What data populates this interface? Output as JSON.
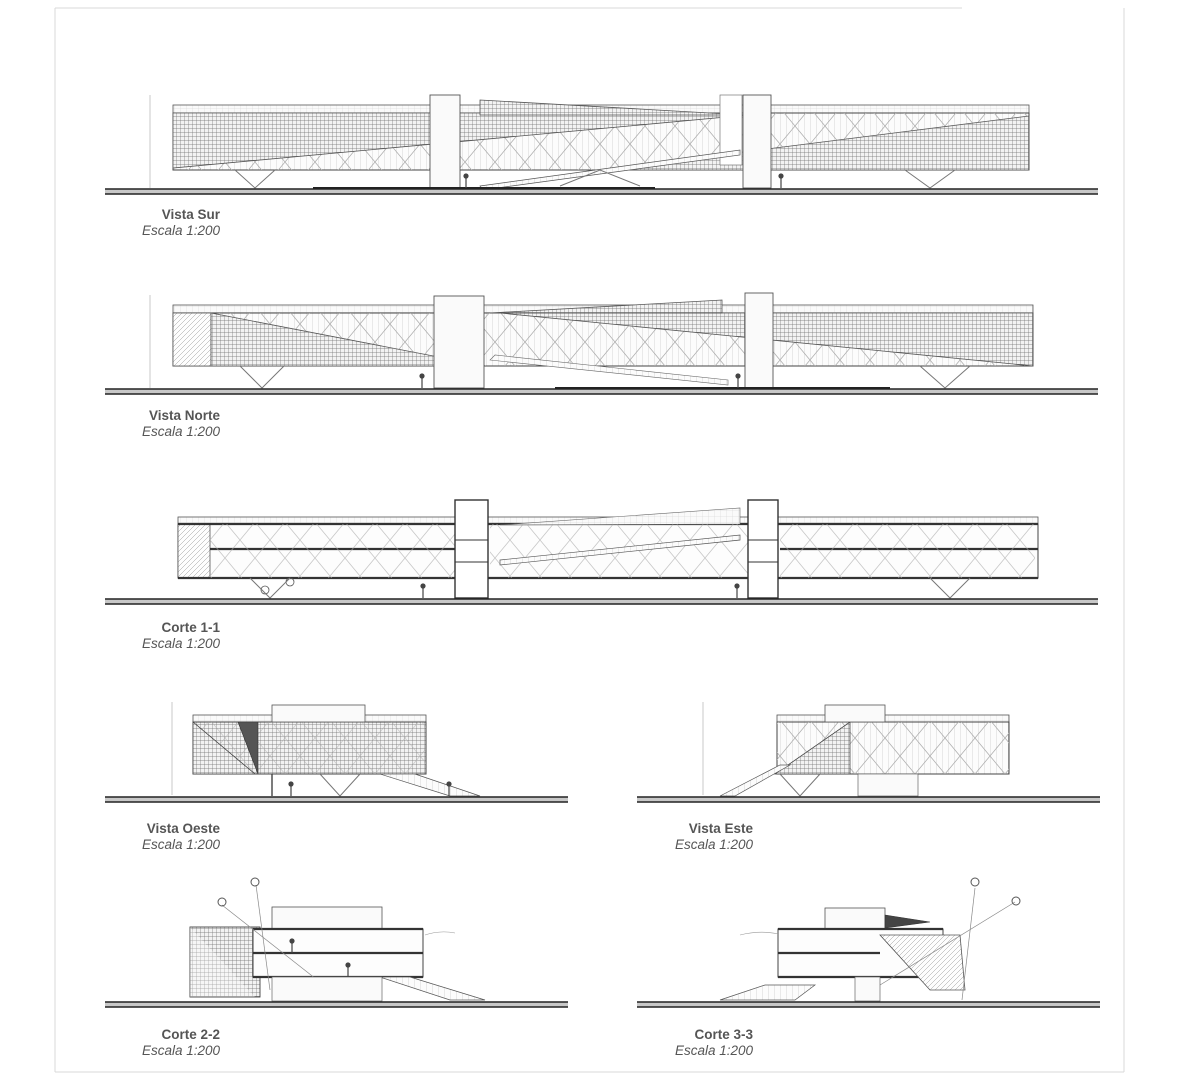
{
  "drawings": [
    {
      "id": "vista-sur",
      "title": "Vista Sur",
      "scale": "Escala 1:200"
    },
    {
      "id": "vista-norte",
      "title": "Vista Norte",
      "scale": "Escala 1:200"
    },
    {
      "id": "corte-1-1",
      "title": "Corte 1-1",
      "scale": "Escala 1:200"
    },
    {
      "id": "vista-oeste",
      "title": "Vista Oeste",
      "scale": "Escala 1:200"
    },
    {
      "id": "vista-este",
      "title": "Vista Este",
      "scale": "Escala 1:200"
    },
    {
      "id": "corte-2-2",
      "title": "Corte 2-2",
      "scale": "Escala 1:200"
    },
    {
      "id": "corte-3-3",
      "title": "Corte 3-3",
      "scale": "Escala 1:200"
    }
  ],
  "colors": {
    "ink": "#444444",
    "light_ink": "#9a9a9a",
    "hatch_dark": "#777777",
    "ground": "#222222",
    "caption": "#555555"
  }
}
